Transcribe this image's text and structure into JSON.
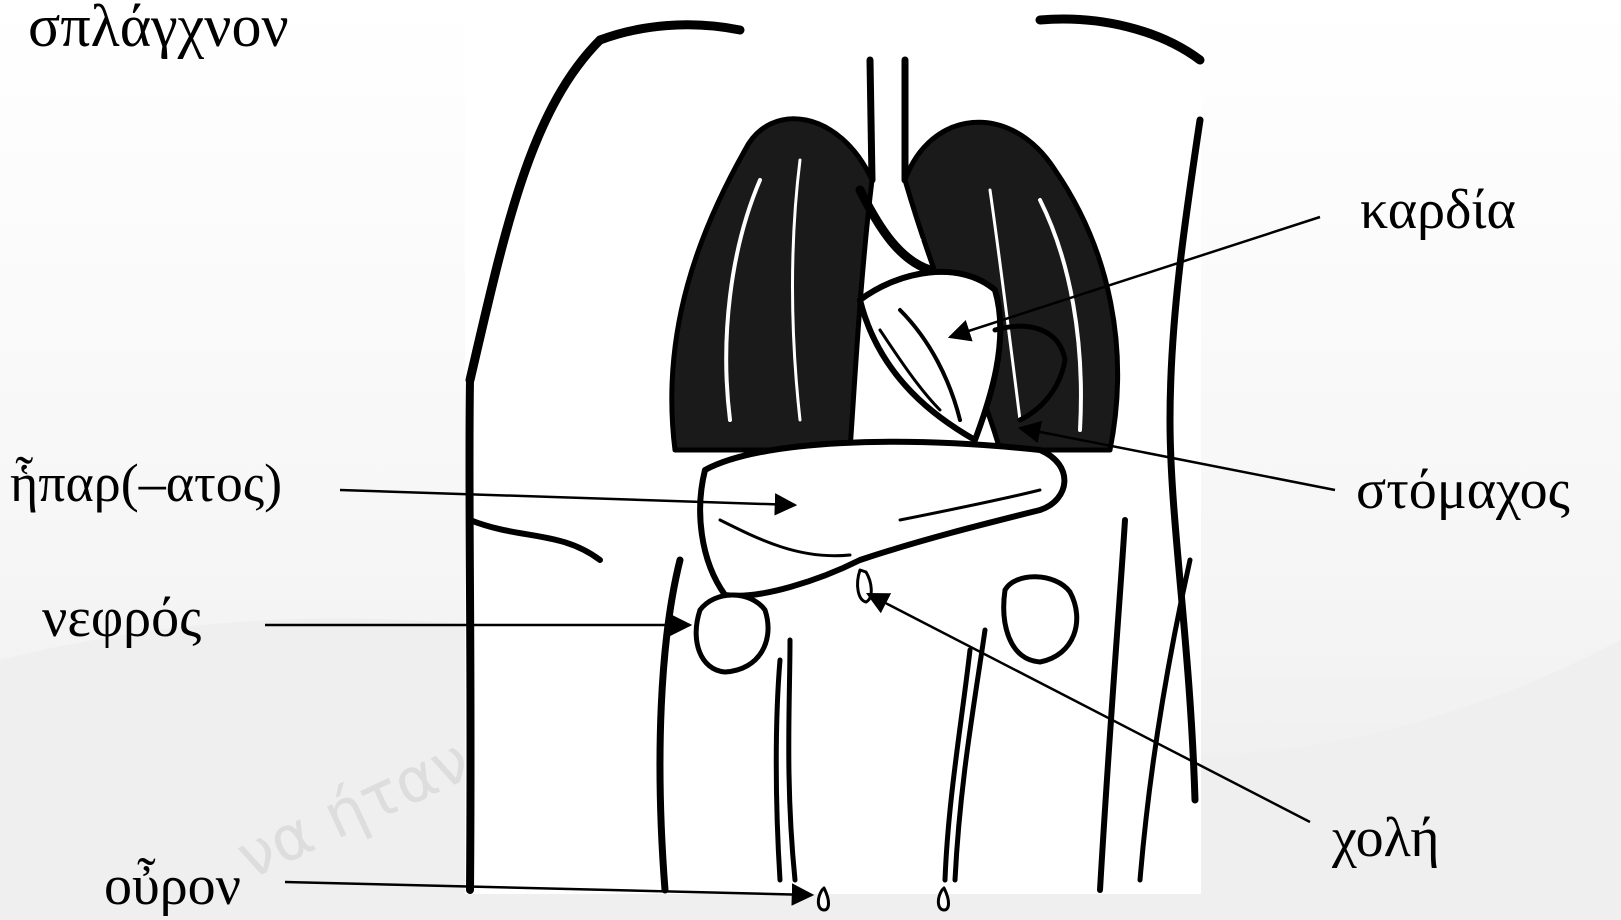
{
  "title": "σπλάγχνον",
  "labels": {
    "heart": "καρδία",
    "liver": "ἧπαρ(–ατος)",
    "stomach": "στόμαχος",
    "kidney": "νεφρός",
    "bile": "χολή",
    "urine": "οὖρον"
  },
  "background_text": "να ήταν να κάτι"
}
